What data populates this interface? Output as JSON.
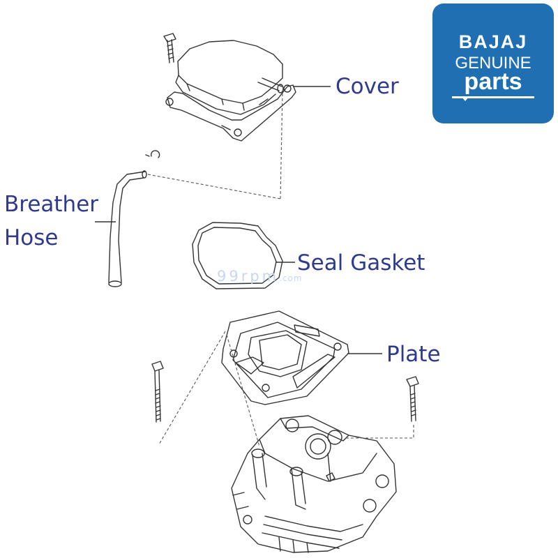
{
  "logo": {
    "line1": "BAJAJ",
    "line2": "GENUINE",
    "line3": "parts",
    "background_color": "#1f6fb2",
    "text_color": "#ffffff"
  },
  "labels": {
    "cover": "Cover",
    "breather_line1": "Breather",
    "breather_line2": "Hose",
    "seal_gasket": "Seal Gasket",
    "plate": "Plate"
  },
  "watermark": {
    "main": "99rpm",
    "suffix": ".com"
  },
  "colors": {
    "label_text": "#2f3a8f",
    "line_art": "#333333",
    "watermark": "#c9d6ee"
  }
}
